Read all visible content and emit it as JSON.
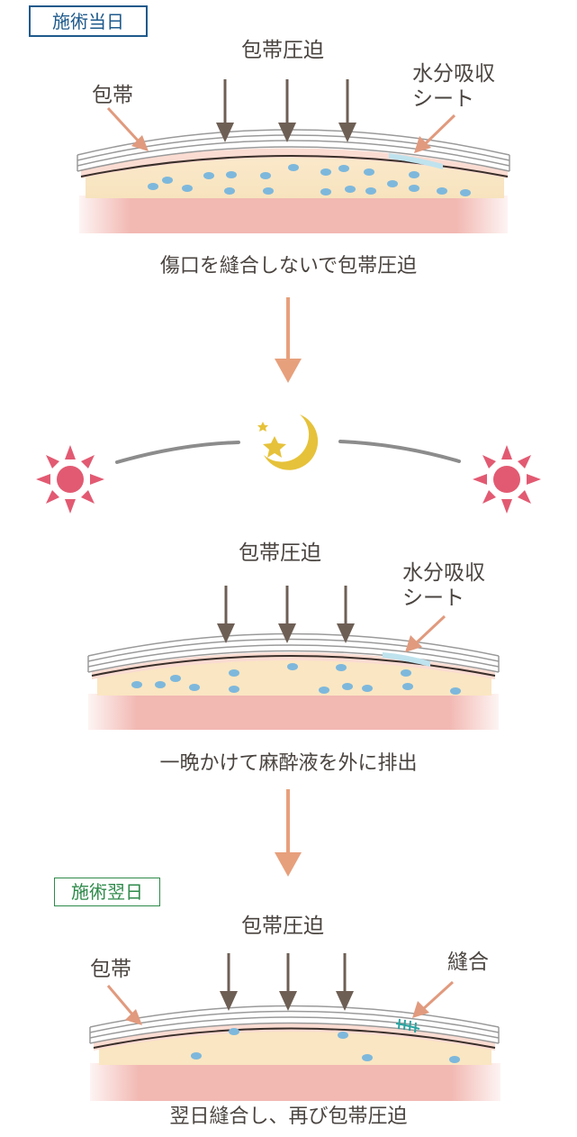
{
  "panel1": {
    "tag": "施術当日",
    "pressure": "包帯圧迫",
    "bandage": "包帯",
    "sheet_line1": "水分吸収",
    "sheet_line2": "シート",
    "caption": "傷口を縫合しないで包帯圧迫"
  },
  "panel2": {
    "pressure": "包帯圧迫",
    "sheet_line1": "水分吸収",
    "sheet_line2": "シート",
    "caption": "一晩かけて麻酔液を外に排出"
  },
  "panel3": {
    "tag": "施術翌日",
    "pressure": "包帯圧迫",
    "bandage": "包帯",
    "suture": "縫合",
    "caption": "翌日縫合し、再び包帯圧迫"
  },
  "colors": {
    "tag1_border": "#1e5a8c",
    "tag2_border": "#2e8a4a",
    "pressure_arrow": "#6e5f55",
    "flow_arrow": "#e7a07c",
    "pointer_arrow": "#e19a7e",
    "fat_layer": "#fae8c6",
    "muscle_layer": "#f2b8b2",
    "skin_pink": "#fbe1d8",
    "fluid_dots": "#7db8dc",
    "sun": "#e25a72",
    "moon": "#e6c23a",
    "sheet": "#bfe3ee",
    "suture": "#2aa3a0"
  },
  "icons": [
    "sun-icon",
    "moon-icon",
    "star-icon",
    "down-arrow-icon"
  ]
}
